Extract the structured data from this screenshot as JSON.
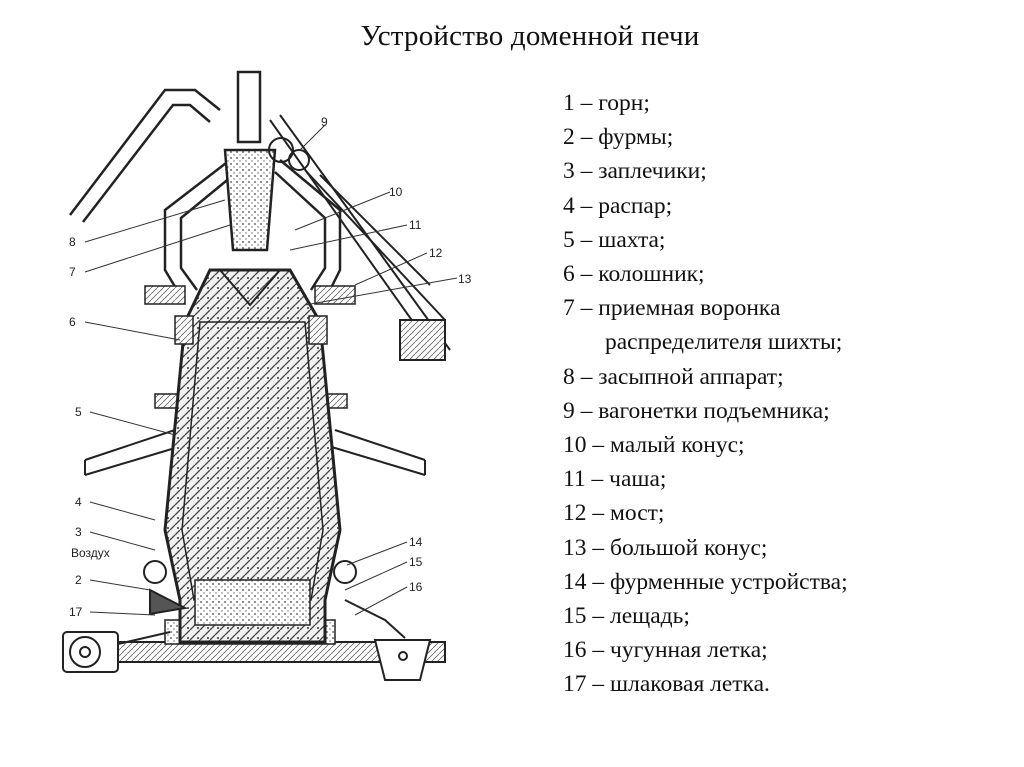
{
  "title": "Устройство доменной печи",
  "legend": [
    "1 – горн;",
    "2 – фурмы;",
    "3 – заплечики;",
    "4 – распар;",
    "5 – шахта;",
    "6 – колошник;",
    "7 – приемная воронка",
    "распределителя шихты;",
    "8 – засыпной аппарат;",
    "9 – вагонетки подъемника;",
    "10 – малый конус;",
    "11 – чаша;",
    "12 – мост;",
    "13 – большой конус;",
    "14 – фурменные устройства;",
    "15 – лещадь;",
    "16 – чугунная летка;",
    "17 – шлаковая летка."
  ],
  "diagram": {
    "callouts": [
      "8",
      "7",
      "6",
      "5",
      "4",
      "3",
      "2",
      "17",
      "9",
      "10",
      "11",
      "12",
      "13",
      "14",
      "15",
      "16"
    ],
    "air_label": "Воздух"
  }
}
